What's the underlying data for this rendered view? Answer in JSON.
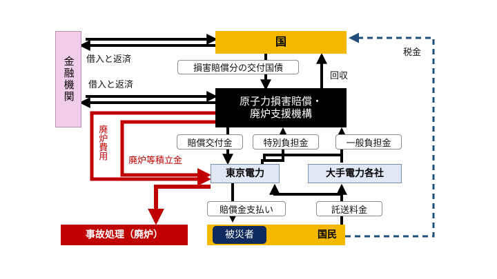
{
  "nodes": {
    "kuni": "国",
    "kinyu_kikan": "金融機関",
    "kiko": "原子力損害賠償・\n廃炉支援機構",
    "tepco": "東京電力",
    "major_utilities": "大手電力各社",
    "accident_handling": "事故処理（廃炉）",
    "victims": "被災者",
    "citizens": "国民"
  },
  "flow_labels": {
    "borrow_repay_1": "借入と返済",
    "borrow_repay_2": "借入と返済",
    "compensation_bonds": "損害賠償分の交付国債",
    "recovery": "回収",
    "tax": "税金",
    "decommissioning_cost": "廃炉費用",
    "decommissioning_reserve": "廃炉等積立金",
    "compensation_grant": "賠償交付金",
    "special_contribution": "特別負担金",
    "general_contribution": "一般負担金",
    "compensation_payment": "賠償金支払い",
    "wheeling_charge": "託送料金"
  },
  "colors": {
    "accent_yellow": "#f5b800",
    "dark_red": "#c00000",
    "navy": "#0f2a5c",
    "light_blue_box": "#dfe8f4",
    "pink_box": "#f2cdea",
    "dashed_blue": "#1f4e79",
    "black": "#000000"
  }
}
